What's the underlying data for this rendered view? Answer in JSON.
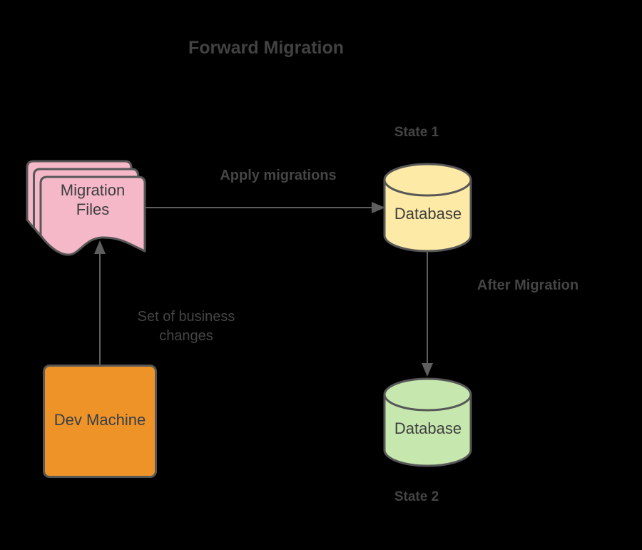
{
  "palette": {
    "background": "#000000",
    "shape_stroke": "#575757",
    "connector": "#5e5e5e",
    "label_text": "#454545",
    "node_text": "#3e3e3e",
    "dev_machine_text": "#373f47",
    "pink": "#f5b8c8",
    "yellow": "#fdeaa6",
    "green": "#c6e8ae",
    "orange": "#ee9328"
  },
  "title": {
    "text": "Forward Migration"
  },
  "nodes": {
    "migration_files": {
      "line1": "Migration",
      "line2": "Files"
    },
    "database_state1": {
      "label": "Database",
      "state": "State 1"
    },
    "database_state2": {
      "label": "Database",
      "state": "State 2"
    },
    "dev_machine": {
      "label": "Dev Machine"
    }
  },
  "connectors": {
    "apply_migrations": {
      "label": "Apply migrations"
    },
    "after_migration": {
      "label": "After Migration"
    },
    "set_of_business_changes": {
      "line1": "Set of business",
      "line2": "changes"
    }
  }
}
